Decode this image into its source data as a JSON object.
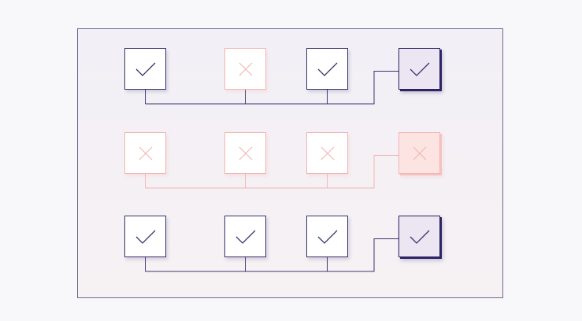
{
  "diagram": {
    "rows": [
      {
        "status": "pass",
        "steps": [
          {
            "state": "check",
            "icon": "check-icon"
          },
          {
            "state": "cross",
            "icon": "cross-icon"
          },
          {
            "state": "check",
            "icon": "check-icon"
          }
        ],
        "summary": {
          "state": "check",
          "icon": "check-icon"
        }
      },
      {
        "status": "fail",
        "steps": [
          {
            "state": "cross",
            "icon": "cross-icon"
          },
          {
            "state": "cross",
            "icon": "cross-icon"
          },
          {
            "state": "cross",
            "icon": "cross-icon"
          }
        ],
        "summary": {
          "state": "cross",
          "icon": "cross-icon"
        }
      },
      {
        "status": "pass",
        "steps": [
          {
            "state": "check",
            "icon": "check-icon"
          },
          {
            "state": "check",
            "icon": "check-icon"
          },
          {
            "state": "check",
            "icon": "check-icon"
          }
        ],
        "summary": {
          "state": "check",
          "icon": "check-icon"
        }
      }
    ],
    "colors": {
      "pass_stroke": "#3b3670",
      "fail_stroke": "#f2b6b2",
      "frame_border": "#6e6a8c",
      "summary_pass_fill": "#ebe6f1",
      "summary_fail_fill": "#fbe4e2"
    }
  }
}
